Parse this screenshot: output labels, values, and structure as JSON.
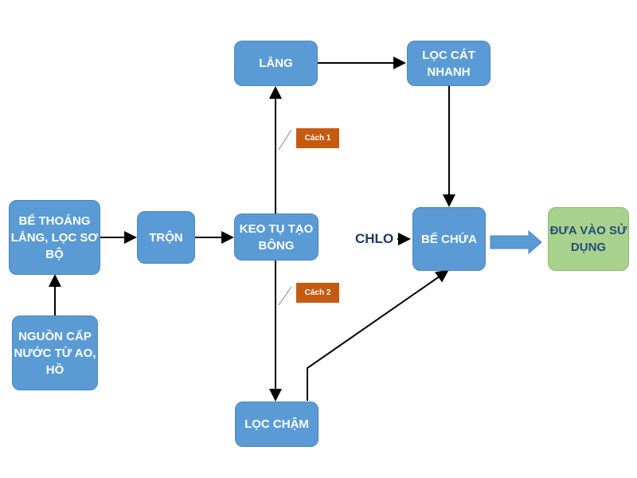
{
  "nodes": {
    "source": "NGUỒN CẤP NƯỚC TỪ AO, HỒ",
    "aeration": "BỂ THOÁNG LẮNG, LỌC SƠ BỘ",
    "mixing": "TRỘN",
    "coagulation": "KEO TỤ TẠO BÔNG",
    "settling": "LẮNG",
    "rapid_filter": "LỌC CÁT NHANH",
    "slow_filter": "LỌC CHẬM",
    "storage": "BỂ CHỨA",
    "use": "ĐƯA VÀO SỬ DỤNG"
  },
  "labels": {
    "method1": "Cách 1",
    "method2": "Cách 2",
    "chlorine": "CHLO"
  },
  "colors": {
    "node": "#5b9bd5",
    "final": "#a9d18e",
    "tag": "#c55a11"
  }
}
